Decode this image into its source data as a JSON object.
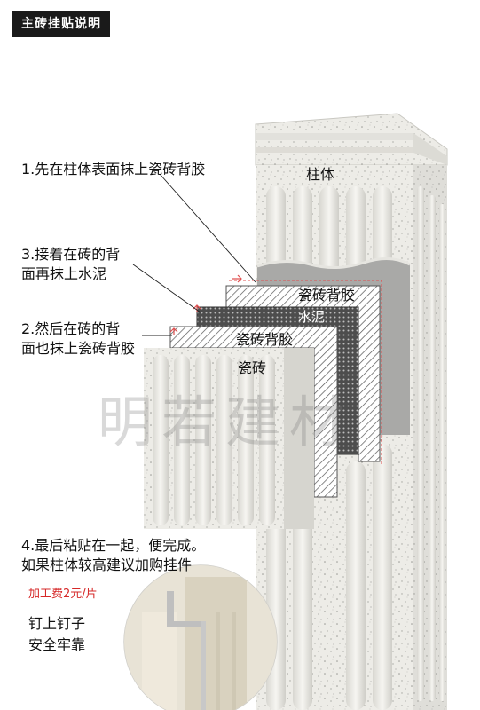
{
  "header": {
    "title": "主砖挂贴说明"
  },
  "labels": {
    "column": "柱体",
    "step1": "1.先在柱体表面抹上瓷砖背胶",
    "step3_line1": "3.接着在砖的背",
    "step3_line2": "面再抹上水泥",
    "step2_line1": "2.然后在砖的背",
    "step2_line2": "面也抹上瓷砖背胶",
    "layer_adhesive_inner": "瓷砖背胶",
    "layer_cement": "水泥",
    "layer_adhesive_outer": "瓷砖背胶",
    "layer_tile": "瓷砖",
    "step4_line1": "4.最后粘贴在一起，便完成。",
    "step4_line2": "如果柱体较高建议加购挂件",
    "price_note": "加工费2元/片",
    "nail_line1": "钉上钉子",
    "nail_line2": "安全牢靠"
  },
  "watermark": "明若建材",
  "colors": {
    "accent_red": "#d62828",
    "header_bg": "#1a1a1a",
    "stone": "#ecebe6",
    "cement": "#5a5a5a"
  }
}
